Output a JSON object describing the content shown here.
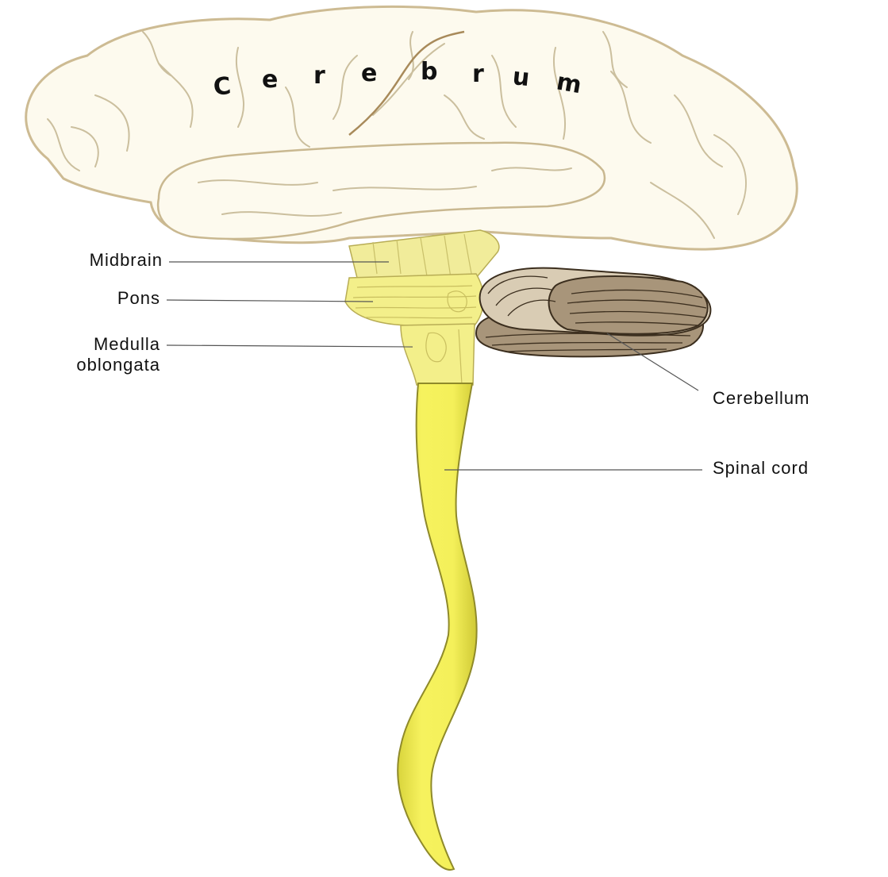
{
  "diagram": {
    "cerebrum_letters": [
      "C",
      "e",
      "r",
      "e",
      "b",
      "r",
      "u",
      "m"
    ],
    "labels": {
      "midbrain": "Midbrain",
      "pons": "Pons",
      "medulla_line1": "Medulla",
      "medulla_line2": "oblongata",
      "cerebellum": "Cerebellum",
      "spinal_cord": "Spinal cord"
    },
    "colors": {
      "cerebrum_fill": "#fdfaee",
      "cerebrum_outline": "#c8b48a",
      "brainstem_fill": "#f3ef8a",
      "spinal_cord_fill": "#f4f05a",
      "cerebellum_fill": "#a8957a",
      "cerebellum_light": "#d9ccb4",
      "leader_line": "#555555"
    }
  }
}
